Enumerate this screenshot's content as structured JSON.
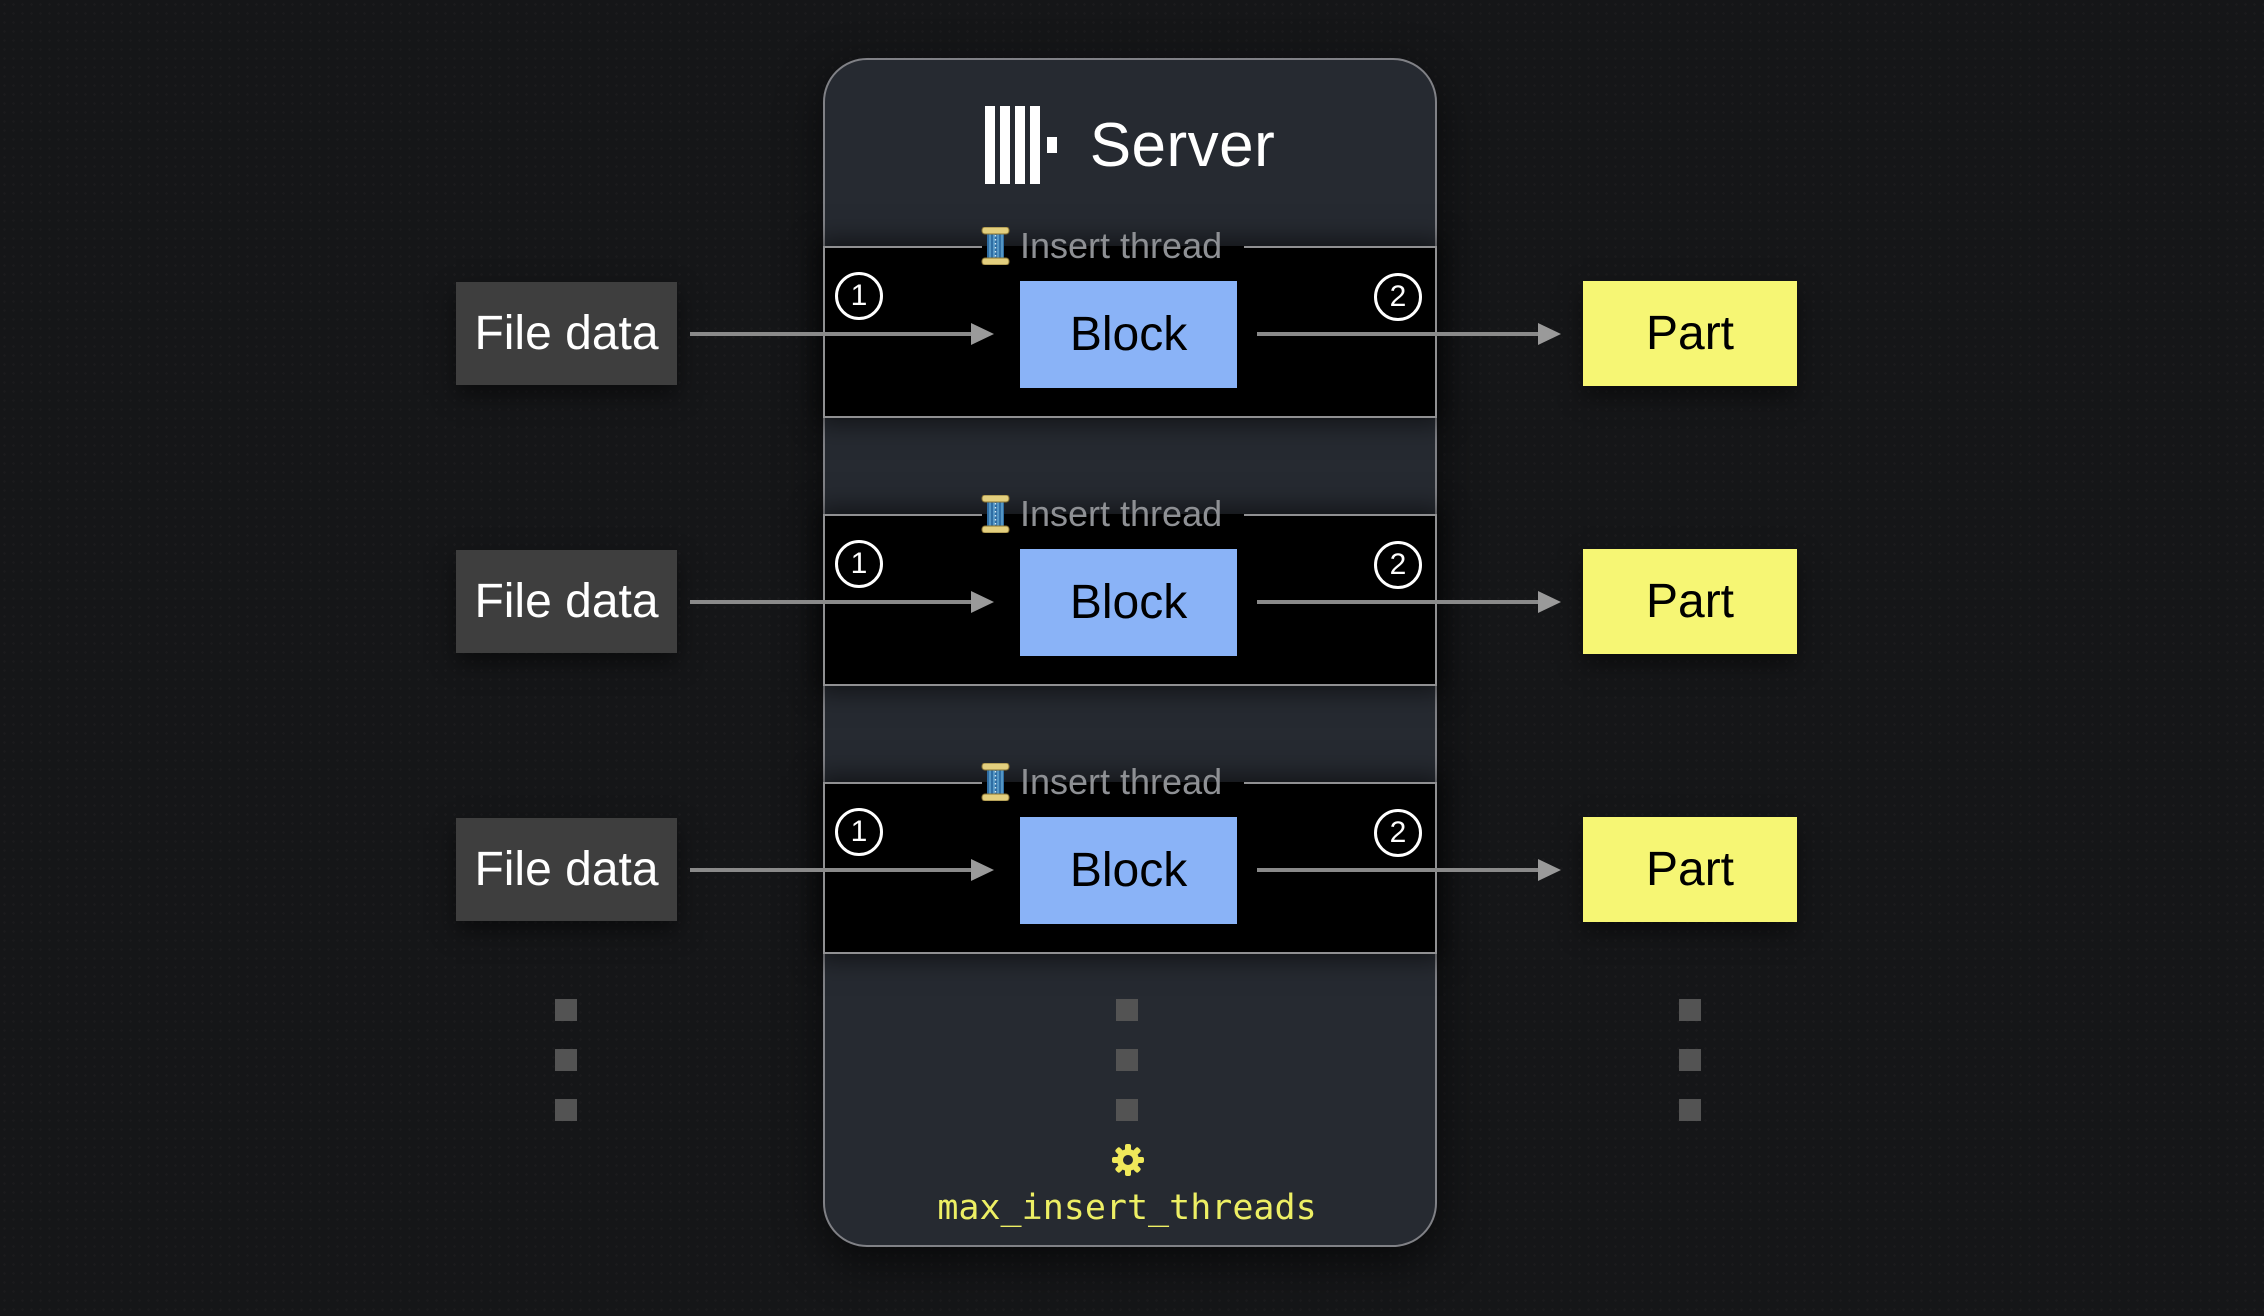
{
  "server": {
    "title": "Server",
    "logo_icon": "clickhouse-logo",
    "threads": [
      {
        "icon": "thread-spool-icon",
        "label": "Insert thread",
        "step_in": "1",
        "block": "Block",
        "step_out": "2"
      },
      {
        "icon": "thread-spool-icon",
        "label": "Insert thread",
        "step_in": "1",
        "block": "Block",
        "step_out": "2"
      },
      {
        "icon": "thread-spool-icon",
        "label": "Insert thread",
        "step_in": "1",
        "block": "Block",
        "step_out": "2"
      }
    ],
    "setting": {
      "icon": "gear-icon",
      "label": "max_insert_threads"
    }
  },
  "inputs": [
    {
      "label": "File data"
    },
    {
      "label": "File data"
    },
    {
      "label": "File data"
    }
  ],
  "outputs": [
    {
      "label": "Part"
    },
    {
      "label": "Part"
    },
    {
      "label": "Part"
    }
  ],
  "colors": {
    "server_bg": "#262a31",
    "row_bg": "#000000",
    "block": "#8ab3f7",
    "part": "#f6f674",
    "file_data": "#3e3e3e",
    "setting_text": "#edef64",
    "label_gray": "#8e9094",
    "arrow_gray": "#8a8a8a"
  }
}
